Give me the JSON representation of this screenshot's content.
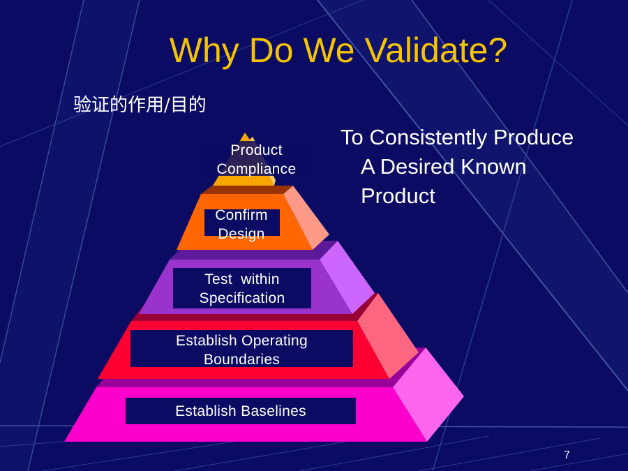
{
  "slide": {
    "title": "Why Do We Validate?",
    "subtitle": "验证的作用/目的",
    "goal_lines": [
      "To Consistently Produce",
      "A Desired Known",
      "Product"
    ],
    "page_number": "7"
  },
  "pyramid": {
    "levels": [
      {
        "lines": [
          "Product",
          "Compliance"
        ],
        "color": "#f7a700"
      },
      {
        "lines": [
          "Confirm",
          "Design"
        ],
        "color": "#ff6600"
      },
      {
        "lines": [
          "Test  within",
          "Specification"
        ],
        "color": "#9933cc"
      },
      {
        "lines": [
          "Establish Operating",
          "Boundaries"
        ],
        "color": "#ff0033"
      },
      {
        "lines": [
          "Establish Baselines"
        ],
        "color": "#ff00cc"
      }
    ]
  },
  "colors": {
    "background": "#0b0b63",
    "title": "#f4c400",
    "label_box": "#0b0b63"
  }
}
